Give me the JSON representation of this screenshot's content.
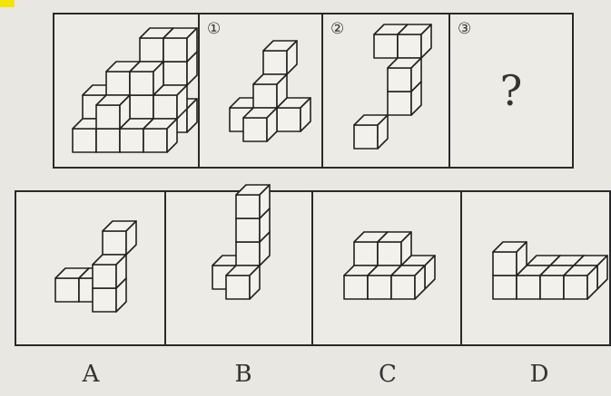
{
  "question_panel": {
    "options": [
      {
        "number": "①"
      },
      {
        "number": "②"
      },
      {
        "number": "③",
        "content": "?"
      }
    ]
  },
  "answer_labels": [
    "A",
    "B",
    "C",
    "D"
  ],
  "icons": [
    "cube-stack-icon"
  ]
}
